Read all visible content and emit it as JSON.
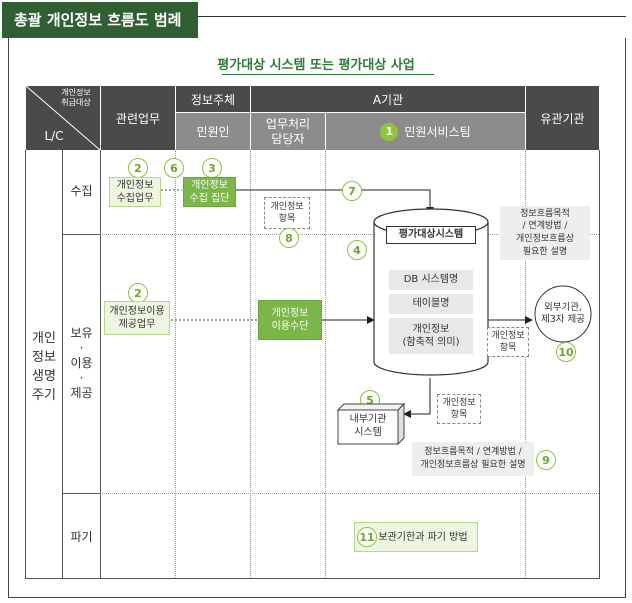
{
  "title": "총괄 개인정보 흐름도 범례",
  "subtitle": "평가대상 시스템 또는 평가대상 사업",
  "header": {
    "lc_top": "개인정보\n취급대상",
    "lc": "L/C",
    "related_work": "관련업무",
    "data_subject": "정보주체",
    "civilian": "민원인",
    "org_a": "A기관",
    "handler": "업무처리\n담당자",
    "civil_system_num": "1",
    "civil_system": "민원서비스팀",
    "related_org": "유관기관"
  },
  "rows": {
    "lifecycle": "개인\n정보\n생명\n주기",
    "collect": "수집",
    "hold": "보유\n·\n이용\n·\n제공",
    "destroy": "파기"
  },
  "nodes": {
    "n2a": "2",
    "collect_work": "개인정보\n수집업무",
    "n6": "6",
    "n3": "3",
    "collect_means": "개인정보\n수집 집단",
    "n7": "7",
    "pi_items_1": "개인정보\n항목",
    "n8": "8",
    "n4": "4",
    "target_system": "평가대상시스템",
    "db_name": "DB 시스템명",
    "table_name": "테이블명",
    "pi_meaning": "개인정보\n(함축적 의미)",
    "n2b": "2",
    "use_work": "개인정보이용\n제공업무",
    "use_means": "개인정보\n이용수단",
    "flow_desc_1": "정보흐름목적\n/ 연계방법 /\n개인정보흐름상\n필요한 설명",
    "external_org": "외부기관,\n제3자 제공",
    "pi_items_2": "개인정보\n항목",
    "n10": "10",
    "n5": "5",
    "internal_system": "내부기관\n시스템",
    "pi_items_3": "개인정보\n항목",
    "flow_desc_2": "정보흐름목적 / 연계방법 /\n개인정보흐름상 필요한 설명",
    "n9": "9",
    "n11": "11",
    "retention": "보관기한과 파기 방법"
  }
}
